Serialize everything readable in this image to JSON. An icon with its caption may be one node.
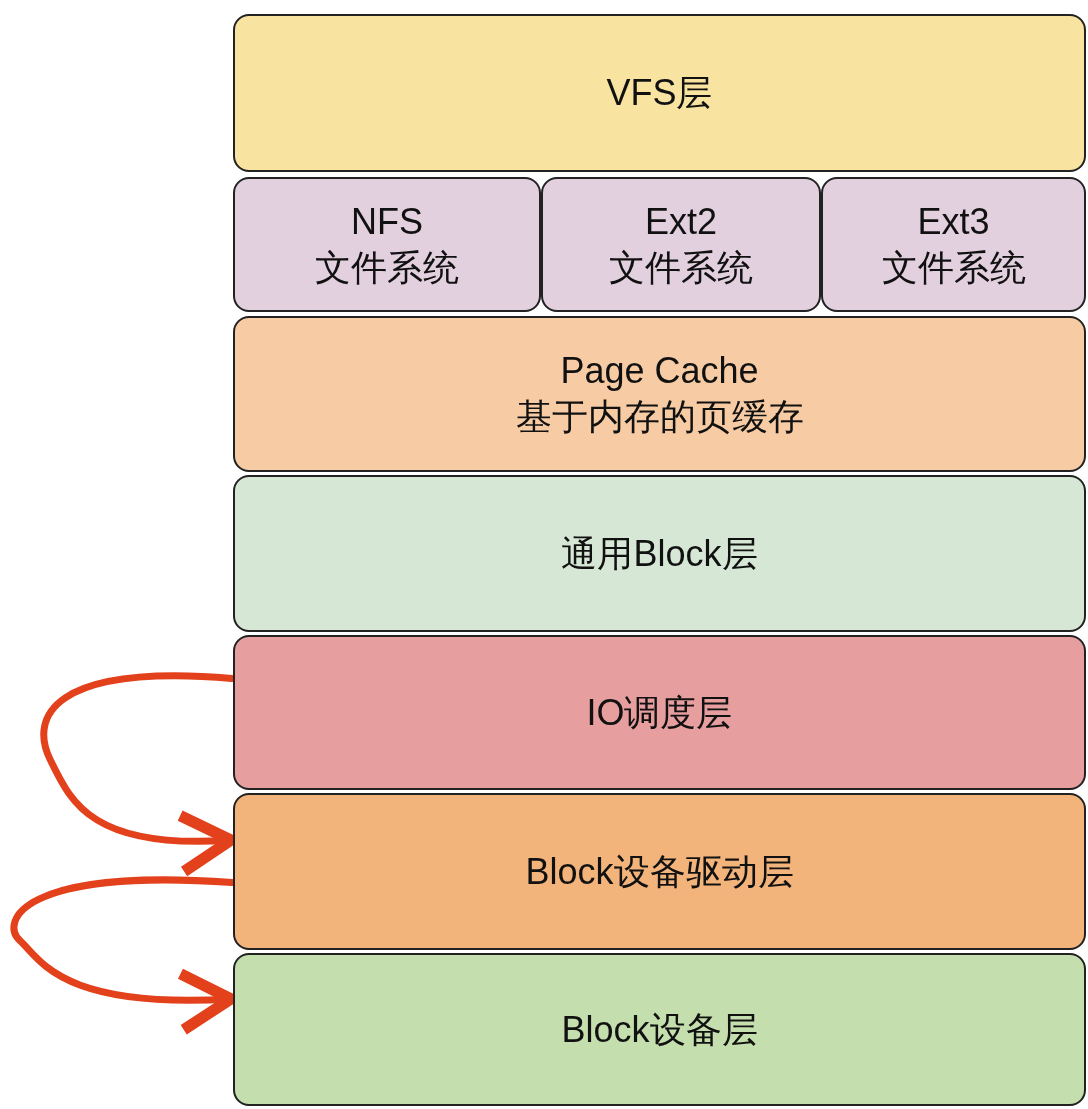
{
  "diagram": {
    "nodes": [
      {
        "text": [
          "VFS层"
        ]
      },
      {
        "text": [
          "NFS",
          "文件系统"
        ]
      },
      {
        "text": [
          "Ext2",
          "文件系统"
        ]
      },
      {
        "text": [
          "Ext3",
          "文件系统"
        ]
      },
      {
        "text": [
          "Page Cache",
          "基于内存的页缓存"
        ]
      },
      {
        "text": [
          "通用Block层"
        ]
      },
      {
        "text": [
          "IO调度层"
        ]
      },
      {
        "text": [
          "Block设备驱动层"
        ]
      },
      {
        "text": [
          "Block设备层"
        ]
      }
    ],
    "edges": [
      {
        "from": 6,
        "to": 7,
        "arrow": "to",
        "color": "#e3401c"
      },
      {
        "from": 7,
        "to": 8,
        "arrow": "to",
        "color": "#e3401c"
      }
    ]
  }
}
